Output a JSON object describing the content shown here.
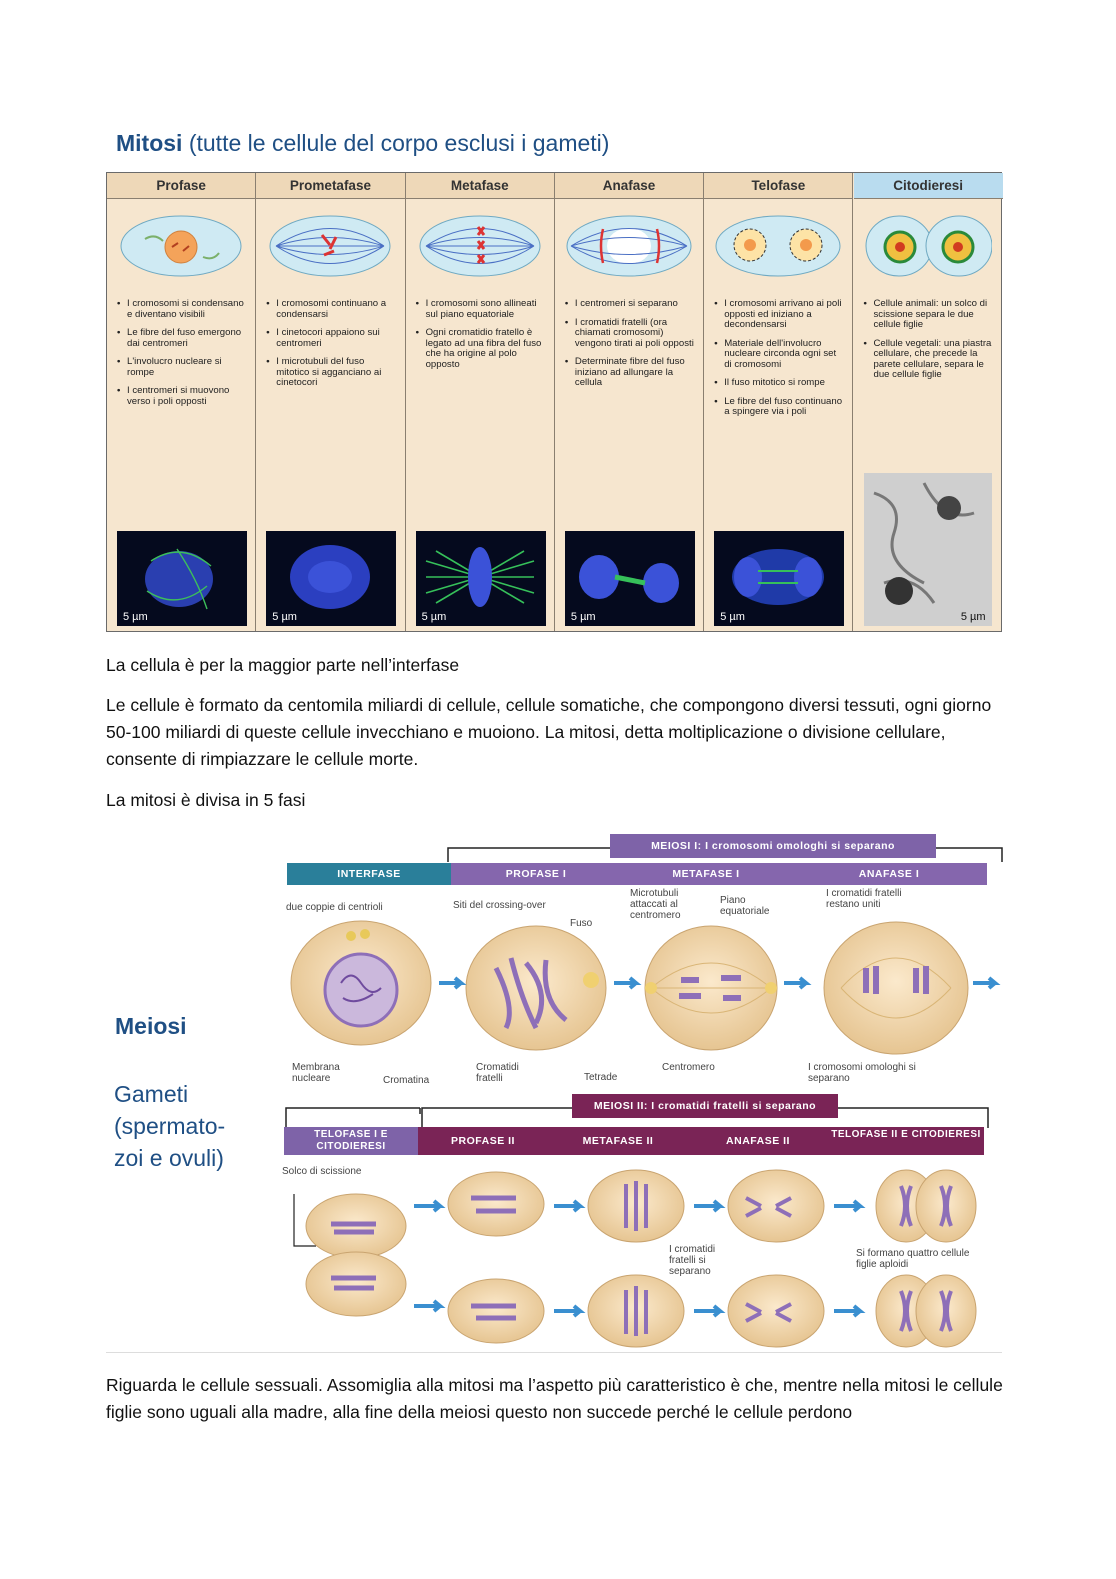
{
  "mitosis": {
    "title_bold": "Mitosi",
    "title_rest": "(tutte le cellule del corpo esclusi i gameti)",
    "phases": [
      {
        "name": "Profase",
        "bullets": [
          "I cromosomi si condensano e diventano visibili",
          "Le fibre del fuso emergono dai centromeri",
          "L'involucro nucleare si rompe",
          "I centromeri si muovono verso i poli opposti"
        ],
        "scale": "5 µm"
      },
      {
        "name": "Prometafase",
        "bullets": [
          "I cromosomi continuano a condensarsi",
          "I cinetocori appaiono sui centromeri",
          "I microtubuli del fuso mitotico si agganciano ai cinetocori"
        ],
        "scale": "5 µm"
      },
      {
        "name": "Metafase",
        "bullets": [
          "I cromosomi sono allineati sul piano equatoriale",
          "Ogni cromatidio fratello è legato ad una fibra del fuso che ha origine al polo opposto"
        ],
        "scale": "5 µm"
      },
      {
        "name": "Anafase",
        "bullets": [
          "I centromeri si separano",
          "I cromatidi fratelli (ora chiamati cromosomi) vengono tirati ai poli opposti",
          "Determinate fibre del fuso iniziano ad allungare la cellula"
        ],
        "scale": "5 µm"
      },
      {
        "name": "Telofase",
        "bullets": [
          "I cromosomi arrivano ai poli opposti ed iniziano a decondensarsi",
          "Materiale dell'involucro nucleare circonda ogni set di cromosomi",
          "Il fuso mitotico si rompe",
          "Le fibre del fuso continuano a spingere via i poli"
        ],
        "scale": "5 µm"
      },
      {
        "name": "Citodieresi",
        "bullets": [
          "Cellule animali: un solco di scissione separa le due cellule figlie",
          "Cellule vegetali: una piastra cellulare, che precede la parete cellulare, separa le due cellule figlie"
        ],
        "scale": "5 µm"
      }
    ]
  },
  "text": {
    "p1": "La cellula è per la maggior parte nell’interfase",
    "p2": "Le cellule è formato da centomila miliardi di cellule, cellule somatiche, che compongono diversi tessuti, ogni giorno 50-100 miliardi di queste cellule invecchiano e muoiono. La mitosi, detta moltiplicazione o divisione cellulare, consente di rimpiazzare le cellule morte.",
    "p3": "La mitosi è divisa in 5 fasi",
    "p4": "Riguarda le cellule sessuali. Assomiglia alla mitosi ma l’aspetto più caratteristico è che, mentre nella mitosi le cellule figlie sono uguali alla madre, alla fine della meiosi questo non succede perché le cellule perdono"
  },
  "meiosis": {
    "title": "Meiosi",
    "subtitle": "Gameti (spermatozoi e ovuli)",
    "subtitle_lines": [
      "Gameti",
      "(spermato-",
      "zoi e ovuli)"
    ],
    "meiosis1_banner": "MEIOSI I: I cromosomi omologhi si separano",
    "meiosis2_banner": "MEIOSI II: I cromatidi fratelli si separano",
    "row1_phases": [
      "INTERFASE",
      "PROFASE I",
      "METAFASE I",
      "ANAFASE I"
    ],
    "row2_phases": [
      "TELOFASE I E CITODIERESI",
      "PROFASE II",
      "METAFASE II",
      "ANAFASE II",
      "TELOFASE II E CITODIERESI"
    ],
    "labels": {
      "centrioli": "due coppie di centrioli",
      "crossing": "Siti del crossing-over",
      "fuso": "Fuso",
      "microtubuli": "Microtubuli attaccati al centromero",
      "piano": "Piano equatoriale",
      "cromatidi_uniti": "I cromatidi fratelli restano uniti",
      "membrana": "Membrana nucleare",
      "cromatina": "Cromatina",
      "cromatidi_fratelli": "Cromatidi fratelli",
      "tetrade": "Tetrade",
      "centromero": "Centromero",
      "omologhi": "I cromosomi omologhi si separano",
      "solco": "Solco di scissione",
      "separano": "I cromatidi fratelli si separano",
      "quattro": "Si formano quattro cellule figlie aploidi"
    }
  },
  "colors": {
    "title_blue": "#1f4f84",
    "interfase_band": "#2a7f9a",
    "meiosis1_band": "#7e63a8",
    "meiosis2_band": "#7a2456",
    "table_bg": "#f6e6cf"
  }
}
